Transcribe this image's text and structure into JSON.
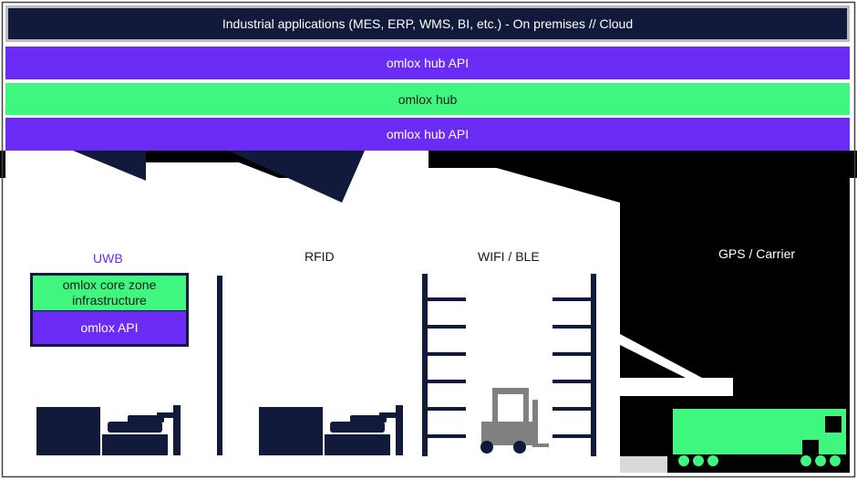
{
  "top_layer": {
    "title": "Industrial applications (MES, ERP, WMS, BI, etc.)  - On premises // Cloud"
  },
  "hub_api_upper": {
    "label": "omlox hub API"
  },
  "hub": {
    "label": "omlox hub"
  },
  "hub_api_lower": {
    "label": "omlox hub API"
  },
  "zones": {
    "uwb": {
      "label": "UWB",
      "color": "#6a2cf5"
    },
    "rfid": {
      "label": "RFID"
    },
    "wifi_ble": {
      "label": "WIFI / BLE"
    },
    "gps": {
      "label": "GPS / Carrier"
    }
  },
  "core_zone": {
    "infrastructure_label": "omlox core zone infrastructure",
    "api_label": "omlox API"
  },
  "colors": {
    "dark_navy": "#121a3b",
    "purple": "#6a2cf5",
    "green": "#3ff67f",
    "black": "#000000",
    "forklift_gray": "#808080"
  }
}
